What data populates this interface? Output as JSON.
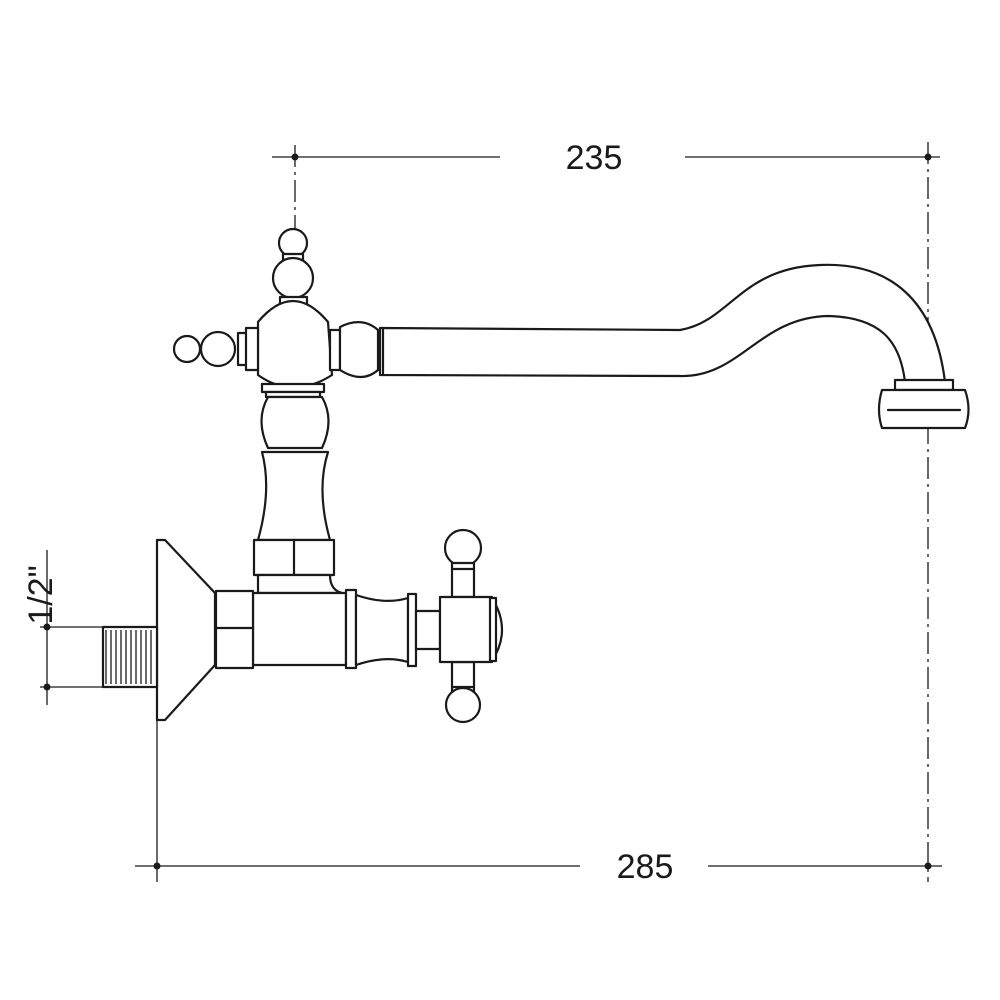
{
  "dimensions": {
    "spout_reach": "235",
    "overall_length": "285",
    "inlet_thread": "1/2\""
  }
}
